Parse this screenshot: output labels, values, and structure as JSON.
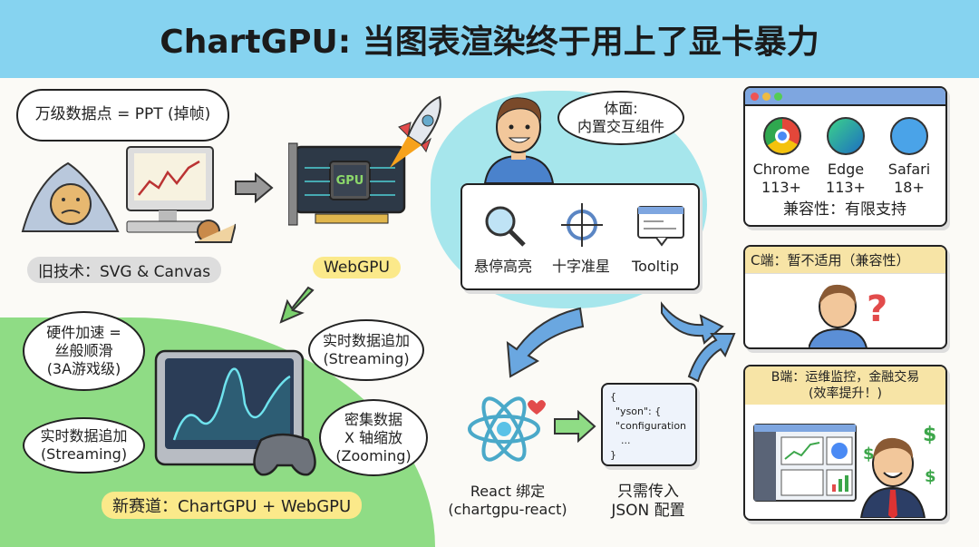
{
  "title": "ChartGPU: 当图表渲染终于用上了显卡暴力",
  "old_tech": {
    "bubble": "万级数据点 = PPT (掉帧)",
    "label": "旧技术：SVG & Canvas"
  },
  "gpu": {
    "chip_label": "GPU",
    "label": "WebGPU"
  },
  "new_track": {
    "bubbles": [
      {
        "line1": "硬件加速 =",
        "line2": "丝般顺滑",
        "line3": "(3A游戏级)"
      },
      {
        "line1": "实时数据追加",
        "line2": "(Streaming)"
      },
      {
        "line1": "实时数据追加",
        "line2": "(Streaming)"
      },
      {
        "line1": "密集数据",
        "line2": "X 轴缩放",
        "line3": "(Zooming)"
      }
    ],
    "label": "新赛道：ChartGPU + WebGPU"
  },
  "interaction": {
    "bubble_line1": "体面:",
    "bubble_line2": "内置交互组件",
    "features": [
      {
        "icon": "magnifier-icon",
        "label": "悬停高亮"
      },
      {
        "icon": "crosshair-icon",
        "label": "十字准星"
      },
      {
        "icon": "tooltip-icon",
        "label": "Tooltip"
      }
    ]
  },
  "react": {
    "line1": "React 绑定",
    "line2": "(chartgpu-react)"
  },
  "json_config": {
    "code": [
      "{",
      "\"yson\": {",
      "\"configuration",
      "...",
      "}"
    ],
    "line1": "只需传入",
    "line2": "JSON 配置"
  },
  "browsers": {
    "items": [
      {
        "name": "Chrome",
        "version": "113+"
      },
      {
        "name": "Edge",
        "version": "113+"
      },
      {
        "name": "Safari",
        "version": "18+"
      }
    ],
    "summary": "兼容性：有限支持"
  },
  "consumer": {
    "header": "C端：暂不适用（兼容性）"
  },
  "business": {
    "header_line1": "B端：运维监控，金融交易",
    "header_line2": "(效率提升！)"
  },
  "colors": {
    "title_bg": "#86d3f0",
    "green": "#8fdc85",
    "cyan": "#a6e6ec",
    "yellow": "#fbe98a",
    "header_tan": "#f7e4a6"
  }
}
